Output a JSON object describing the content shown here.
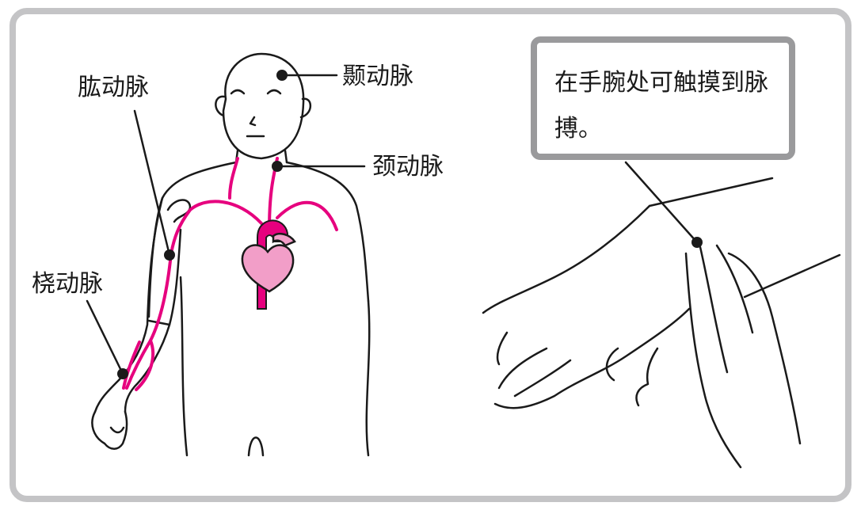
{
  "labels": {
    "brachial_artery": "肱动脉",
    "temporal_artery": "颞动脉",
    "carotid_artery": "颈动脉",
    "radial_artery": "桡动脉"
  },
  "callout": {
    "text": "在手腕处可触摸到脉搏。"
  },
  "colors": {
    "artery": "#e6007e",
    "heart": "#f29ec8",
    "line": "#1a1a1a",
    "frame": "#c4c4c6",
    "callout_border": "#9a9a9c"
  }
}
